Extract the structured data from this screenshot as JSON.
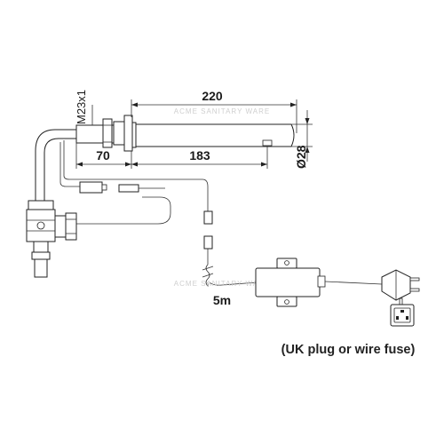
{
  "dimensions": {
    "total_length": "220",
    "thread_spec": "M23x1",
    "base_length": "70",
    "spout_length": "183",
    "diameter": "Ø28",
    "cable_length": "5m"
  },
  "watermark": "ACME SANITARY WARE",
  "caption": "(UK plug or wire fuse)"
}
